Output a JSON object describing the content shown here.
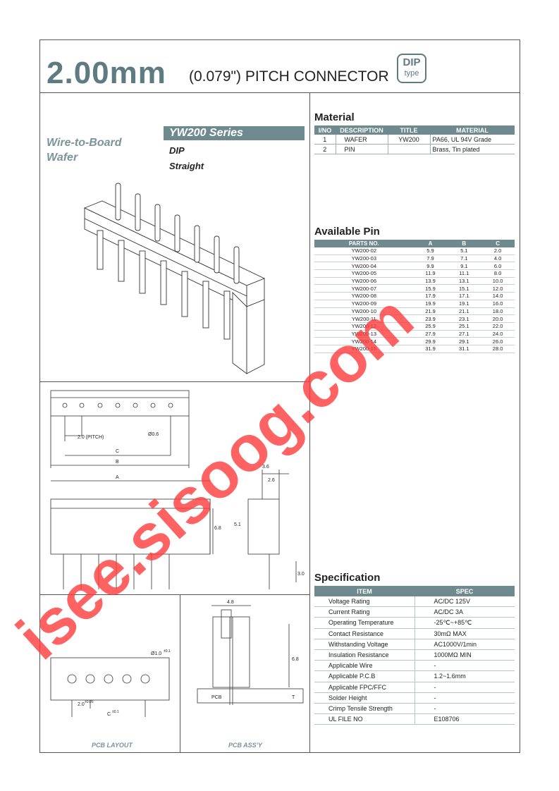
{
  "header": {
    "title_main": "2.00mm",
    "title_sub": "(0.079\") PITCH CONNECTOR",
    "badge_line1": "DIP",
    "badge_line2": "type"
  },
  "category": {
    "line1": "Wire-to-Board",
    "line2": "Wafer"
  },
  "series": {
    "name": "YW200 Series",
    "sub1": "DIP",
    "sub2": "Straight"
  },
  "material": {
    "title": "Material",
    "headers": [
      "I/NO",
      "DESCRIPTION",
      "TITLE",
      "MATERIAL"
    ],
    "rows": [
      [
        "1",
        "WAFER",
        "YW200",
        "PA66, UL 94V Grade"
      ],
      [
        "2",
        "PIN",
        "",
        "Brass, Tin plated"
      ]
    ]
  },
  "available_pin": {
    "title": "Available Pin",
    "headers": [
      "PARTS NO.",
      "A",
      "B",
      "C"
    ],
    "rows": [
      [
        "YW200-02",
        "5.9",
        "5.1",
        "2.0"
      ],
      [
        "YW200-03",
        "7.9",
        "7.1",
        "4.0"
      ],
      [
        "YW200-04",
        "9.9",
        "9.1",
        "6.0"
      ],
      [
        "YW200-05",
        "11.9",
        "11.1",
        "8.0"
      ],
      [
        "YW200-06",
        "13.9",
        "13.1",
        "10.0"
      ],
      [
        "YW200-07",
        "15.9",
        "15.1",
        "12.0"
      ],
      [
        "YW200-08",
        "17.9",
        "17.1",
        "14.0"
      ],
      [
        "YW200-09",
        "19.9",
        "19.1",
        "16.0"
      ],
      [
        "YW200-10",
        "21.9",
        "21.1",
        "18.0"
      ],
      [
        "YW200-11",
        "23.9",
        "23.1",
        "20.0"
      ],
      [
        "YW200-12",
        "25.9",
        "25.1",
        "22.0"
      ],
      [
        "YW200-13",
        "27.9",
        "27.1",
        "24.0"
      ],
      [
        "YW200-14",
        "29.9",
        "29.1",
        "26.0"
      ],
      [
        "YW200-15",
        "31.9",
        "31.1",
        "28.0"
      ]
    ]
  },
  "specification": {
    "title": "Specification",
    "headers": [
      "ITEM",
      "SPEC"
    ],
    "rows": [
      [
        "Voltage Rating",
        "AC/DC 125V"
      ],
      [
        "Current Rating",
        "AC/DC 3A"
      ],
      [
        "Operating Temperature",
        "-25℃~+85℃"
      ],
      [
        "Contact Resistance",
        "30mΩ MAX"
      ],
      [
        "Withstanding Voltage",
        "AC1000V/1min"
      ],
      [
        "Insulation Resistance",
        "1000MΩ MIN"
      ],
      [
        "Applicable Wire",
        "-"
      ],
      [
        "Applicable P.C.B",
        "1.2~1.6mm"
      ],
      [
        "Applicable FPC/FFC",
        "-"
      ],
      [
        "Solder Height",
        "-"
      ],
      [
        "Crimp Tensile Strength",
        "-"
      ],
      [
        "UL FILE NO",
        "E108706"
      ]
    ]
  },
  "drawing_labels": {
    "pitch": "2.0 (PITCH)",
    "hole": "Ø0.6",
    "c": "C",
    "b": "B",
    "a": "A",
    "d36": "3.6",
    "d26": "2.6",
    "d68": "6.8",
    "d51": "5.1",
    "d30": "3.0",
    "d48": "4.8",
    "d68b": "6.8",
    "t": "T",
    "pcb": "PCB",
    "pcb_hole": "Ø1.0",
    "pcb_hole_tol": "±0.1",
    "pcb_pitch": "2.0",
    "pcb_pitch_tol": "±0.05",
    "pcb_c": "C",
    "pcb_c_tol": "±0.1"
  },
  "captions": {
    "pcb_layout": "PCB LAYOUT",
    "pcb_assy": "PCB ASS'Y"
  },
  "watermark": {
    "text": "isee.sisoog.com",
    "color": "#ff3b3b"
  }
}
